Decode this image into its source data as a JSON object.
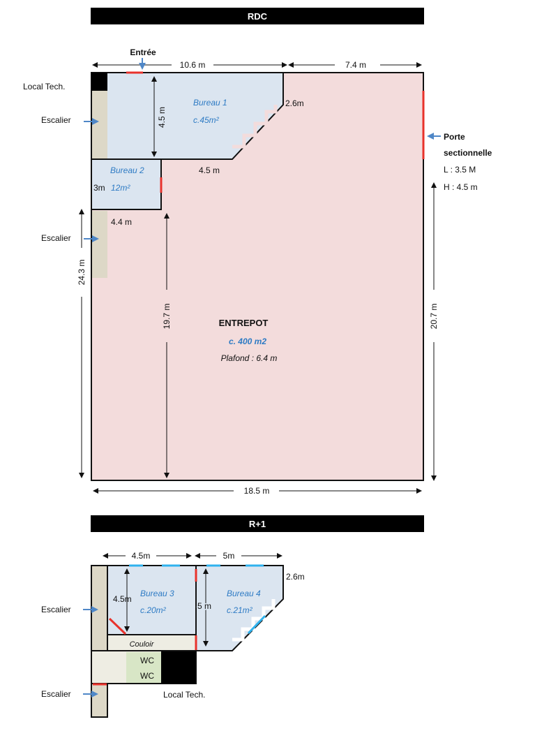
{
  "colors": {
    "warehouse": "#f3dcdc",
    "office": "#dbe5f0",
    "stairs": "#ddd8c7",
    "corridor": "#eeede3",
    "wc": "#d8e6c6",
    "door_red": "#e8322b",
    "window_blue": "#2fb2ee",
    "label_blue": "#2e7bc4",
    "arrow_blue": "#4f87c7",
    "band": "#000000"
  },
  "ground": {
    "title": "RDC",
    "entrance": "Entrée",
    "local_tech": "Local Tech.",
    "stairs_1": "Escalier",
    "stairs_2": "Escalier",
    "dim_top_left": "10.6 m",
    "dim_top_right": "7.4 m",
    "dim_bureau1_height": "4.5 m",
    "dim_bureau1_diag": "2.6m",
    "dim_bureau1_bottom": "4.5 m",
    "dim_bureau2_height": "3m",
    "dim_bureau2_width": "4.4 m",
    "dim_left": "24.3 m",
    "dim_inner": "19.7 m",
    "dim_right": "20.7 m",
    "dim_bottom": "18.5 m",
    "bureau1_name": "Bureau 1",
    "bureau1_area": "c.45m²",
    "bureau2_name": "Bureau 2",
    "bureau2_area": "12m²",
    "warehouse_name": "ENTREPOT",
    "warehouse_area": "c. 400 m2",
    "warehouse_ceiling": "Plafond : 6.4 m",
    "door_label_1": "Porte",
    "door_label_2": "sectionnelle",
    "door_width": "L : 3.5 M",
    "door_height": "H : 4.5 m"
  },
  "upper": {
    "title": "R+1",
    "dim_bureau3_width": "4.5m",
    "dim_bureau4_width": "5m",
    "dim_diag": "2.6m",
    "dim_bureau3_height": "4.5m",
    "dim_bureau4_height": "5 m",
    "bureau3_name": "Bureau 3",
    "bureau3_area": "c.20m²",
    "bureau4_name": "Bureau 4",
    "bureau4_area": "c.21m²",
    "corridor": "Couloir",
    "wc_1": "WC",
    "wc_2": "WC",
    "stairs_1": "Escalier",
    "stairs_2": "Escalier",
    "local_tech": "Local Tech."
  }
}
